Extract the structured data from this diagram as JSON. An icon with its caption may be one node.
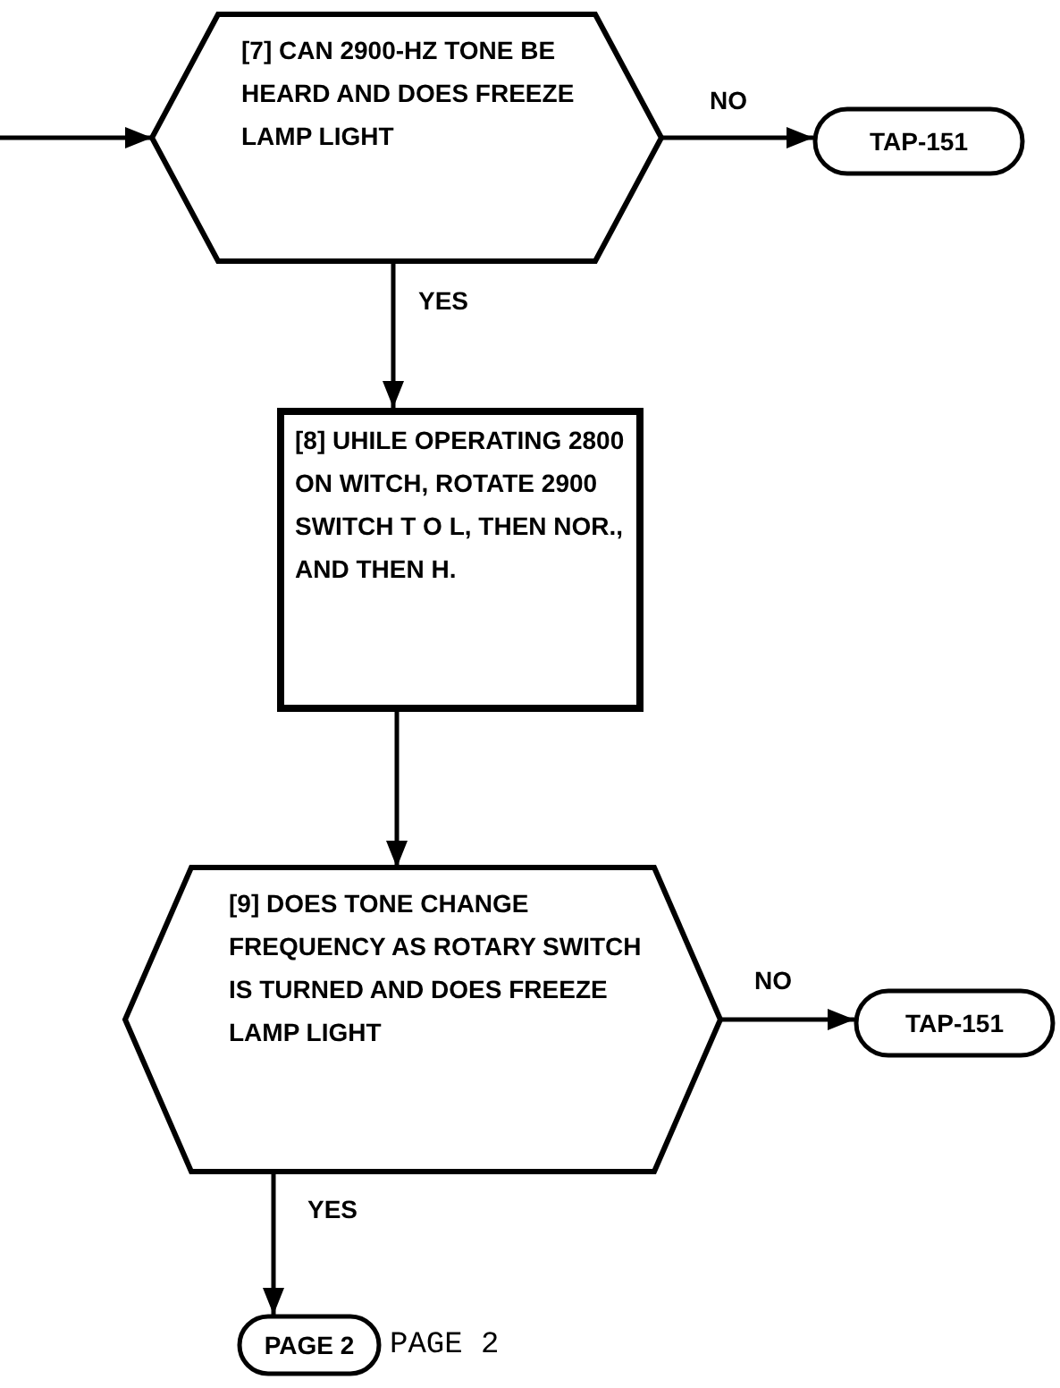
{
  "diagram": {
    "nodes": [
      {
        "text": [
          "[7] CAN 2900-HZ TONE BE HEARD AND DOES FREEZE LAMP LIGHT"
        ]
      },
      {
        "text": [
          "TAP-151"
        ]
      },
      {
        "text": [
          "[8] UHILE OPERATING 2800 ON WITCH, ROTATE 2900 SWITCH T O L, THEN NOR., AND THEN H."
        ]
      },
      {
        "text": [
          "[9] DOES TONE CHANGE FREQUENCY AS ROTARY SWITCH IS TURNED AND DOES FREEZE LAMP LIGHT"
        ]
      },
      {
        "text": [
          "TAP-151"
        ]
      },
      {
        "text": [
          "PAGE 2"
        ]
      }
    ],
    "edges": [
      {
        "from": null,
        "to": 0,
        "arrow": "to"
      },
      {
        "from": 0,
        "to": 1,
        "arrow": "to",
        "label": "NO"
      },
      {
        "from": 0,
        "to": 2,
        "arrow": "to",
        "label": "YES"
      },
      {
        "from": 2,
        "to": 3,
        "arrow": "to"
      },
      {
        "from": 3,
        "to": 4,
        "arrow": "to",
        "label": "NO"
      },
      {
        "from": 3,
        "to": 5,
        "arrow": "to",
        "label": "YES"
      }
    ],
    "labels": [
      "PAGE 2"
    ]
  }
}
